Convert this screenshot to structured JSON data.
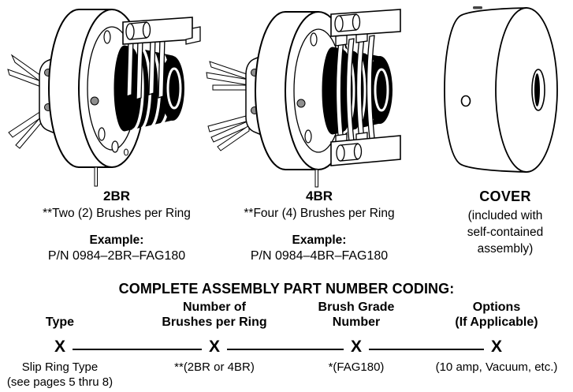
{
  "page": {
    "background": "#ffffff",
    "ink": "#000000"
  },
  "products": [
    {
      "name": "2BR",
      "description": "**Two (2) Brushes per Ring",
      "example_label": "Example:",
      "example_pn": "P/N 0984–2BR–FAG180"
    },
    {
      "name": "4BR",
      "description": "**Four (4) Brushes per Ring",
      "example_label": "Example:",
      "example_pn": "P/N 0984–4BR–FAG180"
    },
    {
      "name": "COVER",
      "description_lines": [
        "(included with",
        "self-contained",
        "assembly)"
      ]
    }
  ],
  "coding": {
    "title": "COMPLETE ASSEMBLY PART NUMBER CODING:",
    "placeholder": "X",
    "columns": [
      {
        "header_line1": "",
        "header_line2": "Type",
        "note_line1": "Slip Ring Type",
        "note_line2": "(see pages 5 thru 8)"
      },
      {
        "header_line1": "Number of",
        "header_line2": "Brushes per Ring",
        "note_line1": "**(2BR or 4BR)",
        "note_line2": ""
      },
      {
        "header_line1": "Brush Grade",
        "header_line2": "Number",
        "note_line1": "*(FAG180)",
        "note_line2": ""
      },
      {
        "header_line1": "Options",
        "header_line2": "(If Applicable)",
        "note_line1": "(10 amp, Vacuum, etc.)",
        "note_line2": ""
      }
    ]
  }
}
